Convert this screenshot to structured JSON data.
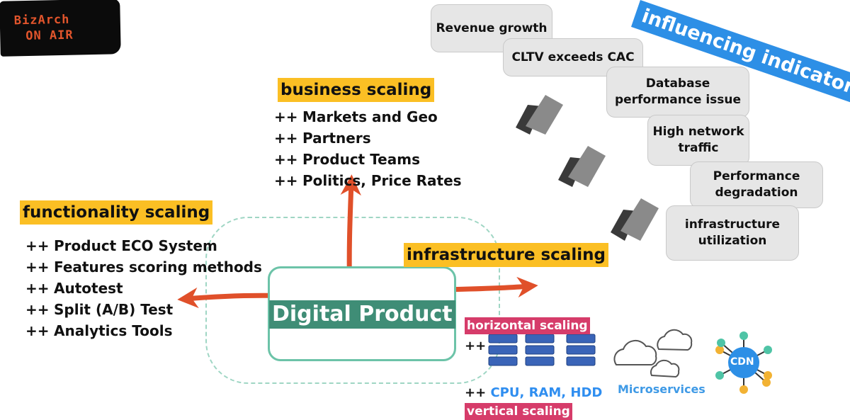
{
  "logo": {
    "line1": "BizArch",
    "line2": "ON AIR"
  },
  "business": {
    "title": "business scaling",
    "items": [
      "Markets and Geo",
      "Partners",
      "Product Teams",
      "Politics, Price Rates"
    ]
  },
  "functionality": {
    "title": "functionality scaling",
    "items": [
      "Product ECO System",
      "Features scoring methods",
      "Autotest",
      "Split (A/B) Test",
      "Analytics Tools"
    ]
  },
  "infrastructure": {
    "title": "infrastructure scaling"
  },
  "product": {
    "title": "Digital Product"
  },
  "plus": "++",
  "indicators": {
    "title": "influencing indicators",
    "items": [
      "Revenue growth",
      "CLTV exceeds CAC",
      "Database performance issue",
      "High network traffic",
      "Performance degradation",
      "infrastructure utilization"
    ]
  },
  "horizontal": {
    "label": "horizontal scaling"
  },
  "vertical": {
    "label": "vertical scaling",
    "resources": "CPU, RAM, HDD"
  },
  "microservices": {
    "label": "Microservices"
  },
  "cdn": {
    "label": "CDN"
  },
  "colors": {
    "yellow": "#fbbf24",
    "arrow": "#e0502a",
    "teal": "#3f8d76",
    "blue": "#2d8fe6",
    "pink": "#d63c6a"
  }
}
